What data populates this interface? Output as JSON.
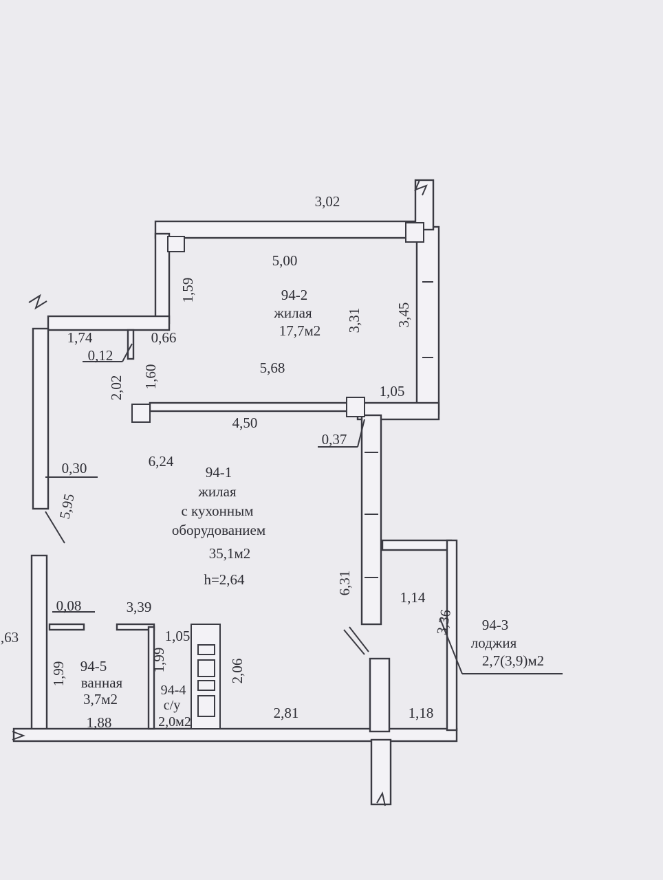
{
  "rooms": {
    "r942": {
      "id": "94-2",
      "type": "жилая",
      "area": "17,7м2"
    },
    "r941": {
      "id": "94-1",
      "type": "жилая",
      "line2": "с кухонным",
      "line3": "оборудованием",
      "area": "35,1м2",
      "height": "h=2,64"
    },
    "r943": {
      "id": "94-3",
      "type": "лоджия",
      "area": "2,7(3,9)м2"
    },
    "r945": {
      "id": "94-5",
      "type": "ванная",
      "area": "3,7м2"
    },
    "r944": {
      "id": "94-4",
      "type": "с/у",
      "area": "2,0м2"
    }
  },
  "dims": {
    "d302": "3,02",
    "d500": "5,00",
    "d159": "1,59",
    "d331": "3,31",
    "d345": "3,45",
    "d174": "1,74",
    "d066": "0,66",
    "d012": "0,12",
    "d160": "1,60",
    "d202": "2,02",
    "d568": "5,68",
    "d105a": "1,05",
    "d450": "4,50",
    "d037": "0,37",
    "d624": "6,24",
    "d030": "0,30",
    "d595": "5,95",
    "d631": "6,31",
    "d114": "1,14",
    "d336": "3,36",
    "d063": ",63",
    "d008": "0,08",
    "d339": "3,39",
    "d199a": "1,99",
    "d199b": "1,99",
    "d105b": "1,05",
    "d206": "2,06",
    "d188": "1,88",
    "d281": "2,81",
    "d118": "1,18"
  }
}
